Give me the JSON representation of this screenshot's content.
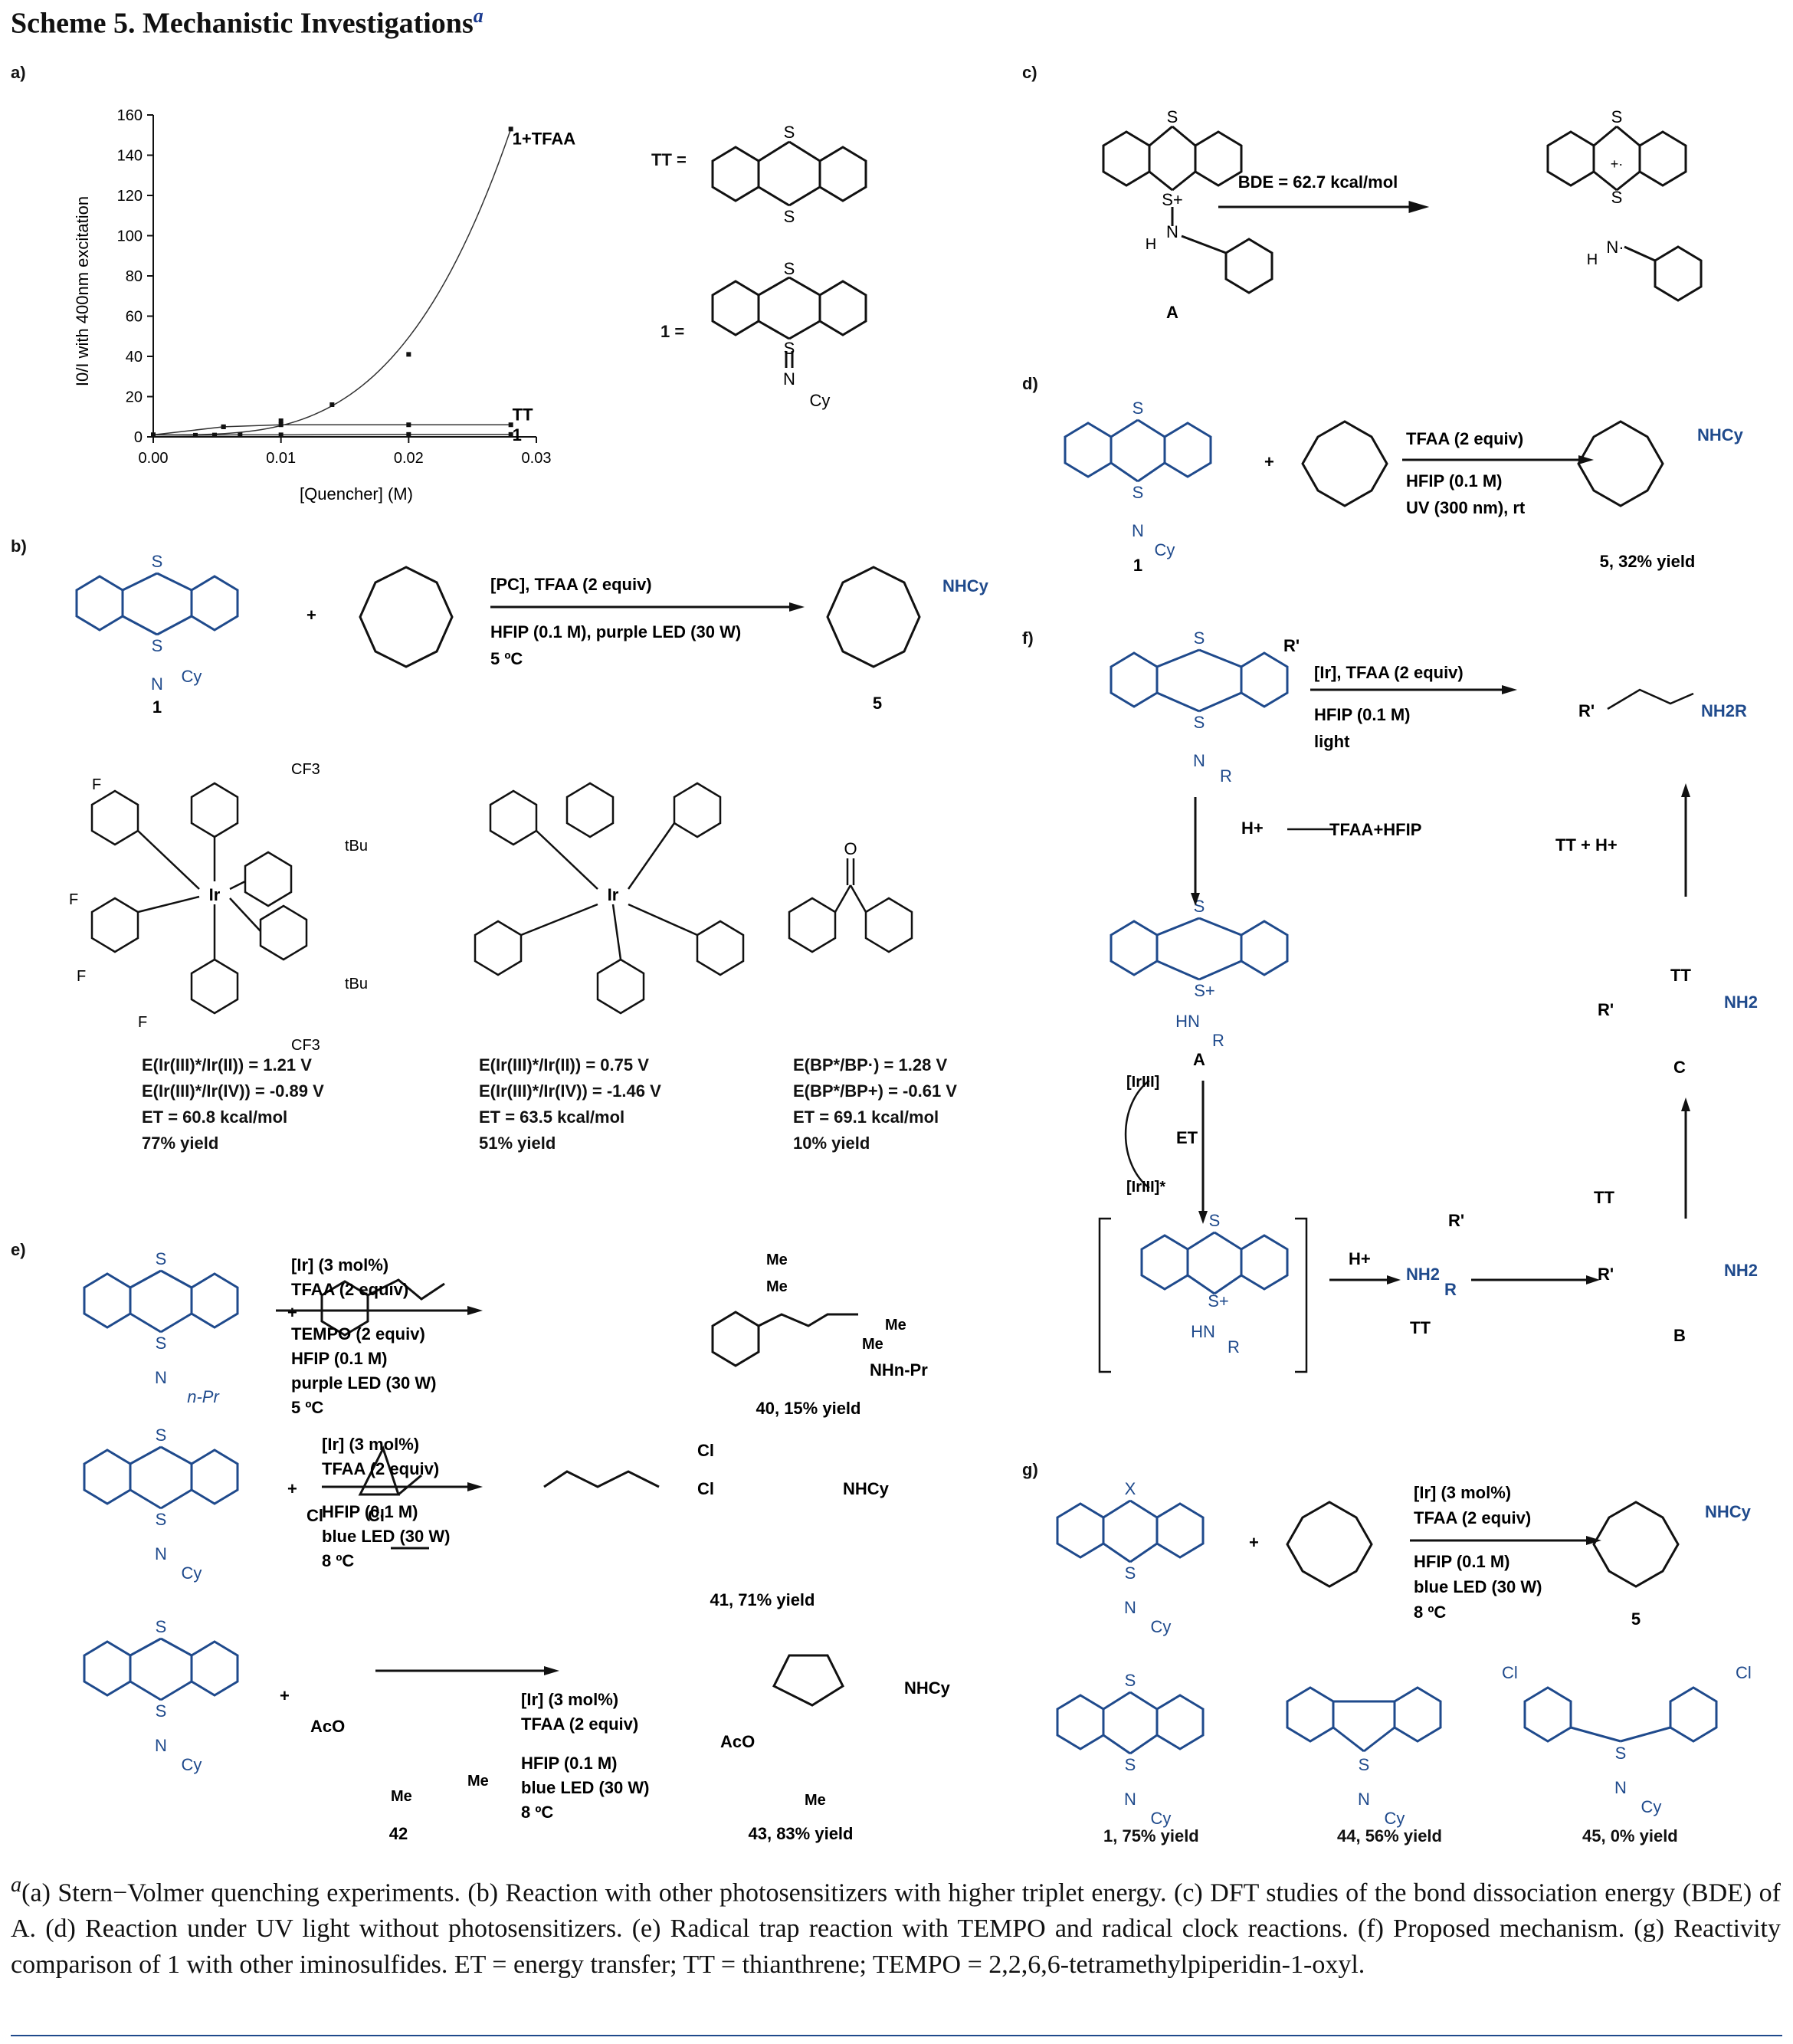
{
  "scheme": {
    "title": "Scheme 5. Mechanistic Investigations",
    "sup": "a"
  },
  "panels": {
    "a": "a)",
    "b": "b)",
    "c": "c)",
    "d": "d)",
    "e": "e)",
    "f": "f)",
    "g": "g)"
  },
  "chart_data": {
    "type": "scatter",
    "xlabel": "[Quencher] (M)",
    "ylabel": "I0/I with 400nm excitation",
    "xlim": [
      0,
      0.03
    ],
    "ylim": [
      0,
      160
    ],
    "xticks": [
      "0.00",
      "0.01",
      "0.02",
      "0.03"
    ],
    "yticks": [
      "0",
      "20",
      "40",
      "60",
      "80",
      "100",
      "120",
      "140",
      "160"
    ],
    "series": [
      {
        "name": "1+TFAA",
        "x": [
          0,
          0.0055,
          0.01,
          0.014,
          0.02,
          0.028
        ],
        "y": [
          1,
          5,
          8,
          16,
          41,
          153
        ]
      },
      {
        "name": "TT",
        "x": [
          0,
          0.0055,
          0.01,
          0.02,
          0.028
        ],
        "y": [
          1,
          5,
          6,
          6,
          6
        ]
      },
      {
        "name": "1",
        "x": [
          0,
          0.0033,
          0.0048,
          0.0068,
          0.01,
          0.02,
          0.028
        ],
        "y": [
          1,
          0.8,
          0.9,
          1,
          1,
          1.2,
          1.2
        ]
      }
    ]
  },
  "a": {
    "tt_label": "TT =",
    "one_label": "1 =",
    "s": "S",
    "n": "N",
    "cy": "Cy"
  },
  "b": {
    "cond1": "[PC], TFAA (2 equiv)",
    "cond2": "HFIP (0.1 M), purple LED (30 W)",
    "cond3": "5 ºC",
    "label_sm": "1",
    "label_prod": "5",
    "nhcy": "NHCy",
    "cat1": {
      "l1": "E(Ir(III)*/Ir(II)) = 1.21 V",
      "l2": "E(Ir(III)*/Ir(IV)) = -0.89 V",
      "l3": "ET = 60.8 kcal/mol",
      "l4": "77% yield"
    },
    "cat2": {
      "l1": "E(Ir(III)*/Ir(II)) = 0.75 V",
      "l2": "E(Ir(III)*/Ir(IV)) = -1.46 V",
      "l3": "ET = 63.5 kcal/mol",
      "l4": "51% yield"
    },
    "cat3": {
      "l1": "E(BP*/BP·) = 1.28 V",
      "l2": "E(BP*/BP+) = -0.61 V",
      "l3": "ET = 69.1 kcal/mol",
      "l4": "10% yield"
    },
    "cf3": "CF3",
    "tbu": "tBu",
    "f": "F",
    "ir": "Ir",
    "o": "O"
  },
  "c": {
    "bde": "BDE = 62.7 kcal/mol",
    "label": "A",
    "h": "H",
    "n": "N"
  },
  "d": {
    "cond1": "TFAA (2 equiv)",
    "cond2": "HFIP (0.1 M)",
    "cond3": "UV (300 nm), rt",
    "label_sm": "1",
    "label_prod": "5, 32% yield",
    "nhcy": "NHCy"
  },
  "e": {
    "r1": {
      "c1": "[Ir] (3 mol%)",
      "c2": "TFAA (2 equiv)",
      "c3": "TEMPO (2 equiv)",
      "c4": "HFIP (0.1 M)",
      "c5": "purple LED (30 W)",
      "c6": "5 ºC",
      "prod": "40, 15% yield",
      "npr": "n-Pr",
      "nhnpr": "NHn-Pr",
      "me": "Me"
    },
    "r2": {
      "c1": "[Ir] (3 mol%)",
      "c2": "TFAA (2 equiv)",
      "c3": "HFIP (0.1 M)",
      "c4": "blue LED (30 W)",
      "c5": "8 ºC",
      "prod": "41, 71% yield",
      "cl": "Cl",
      "nhcy": "NHCy"
    },
    "r3": {
      "c1": "[Ir] (3 mol%)",
      "c2": "TFAA (2 equiv)",
      "c3": "HFIP (0.1 M)",
      "c4": "blue LED (30 W)",
      "c5": "8 ºC",
      "prod": "43, 83% yield",
      "sm": "42",
      "aco": "AcO",
      "me": "Me",
      "nhcy": "NHCy"
    }
  },
  "f": {
    "c1": "[Ir], TFAA (2 equiv)",
    "c2": "HFIP (0.1 M)",
    "c3": "light",
    "rprime": "R'",
    "nh2r": "NH2R",
    "h_plus": "H+",
    "tfaa_hfip": "TFAA+HFIP",
    "tt_h": "TT + H+",
    "a": "A",
    "b": "B",
    "c": "C",
    "et": "ET",
    "ir3": "[IrIII]",
    "ir3s": "[IrIII]*",
    "tt": "TT",
    "nh2": "NH2",
    "r": "R",
    "hn": "HN"
  },
  "g": {
    "c1": "[Ir] (3 mol%)",
    "c2": "TFAA (2 equiv)",
    "c3": "HFIP (0.1 M)",
    "c4": "blue LED (30 W)",
    "c5": "8 ºC",
    "x": "X",
    "prod": "5",
    "nhcy": "NHCy",
    "y1": "1, 75% yield",
    "y2": "44, 56% yield",
    "y3": "45, 0% yield",
    "cl": "Cl"
  },
  "footnote": "(a) Stern−Volmer quenching experiments. (b) Reaction with other photosensitizers with higher triplet energy. (c) DFT studies of the bond dissociation energy (BDE) of A. (d) Reaction under UV light without photosensitizers. (e) Radical trap reaction with TEMPO and radical clock reactions. (f) Proposed mechanism. (g) Reactivity comparison of 1 with other iminosulfides. ET = energy transfer; TT = thianthrene; TEMPO = 2,2,6,6-tetramethylpiperidin-1-oxyl."
}
